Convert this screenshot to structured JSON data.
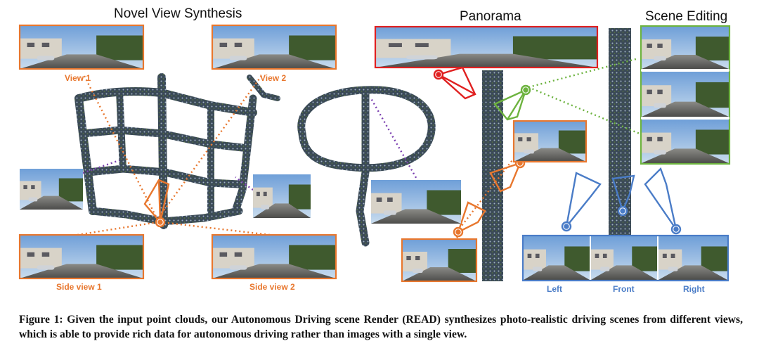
{
  "figure": {
    "sections": {
      "novel_view": "Novel View Synthesis",
      "panorama": "Panorama",
      "scene_editing": "Scene Editing"
    },
    "labels": {
      "view1": "View 1",
      "view2": "View 2",
      "side_view1": "Side view 1",
      "side_view2": "Side view 2",
      "left": "Left",
      "front": "Front",
      "right": "Right"
    },
    "colors": {
      "orange": "#e8772e",
      "red": "#e02020",
      "green": "#6db33f",
      "blue": "#4a7cc7",
      "purple": "#7a3fb0"
    }
  },
  "caption": {
    "label": "Figure 1:",
    "text": "Given the input point clouds, our Autonomous Driving scene Render (READ) synthesizes photo-realistic driving scenes from different views, which is able to provide rich data for autonomous driving rather than images with a single view."
  }
}
